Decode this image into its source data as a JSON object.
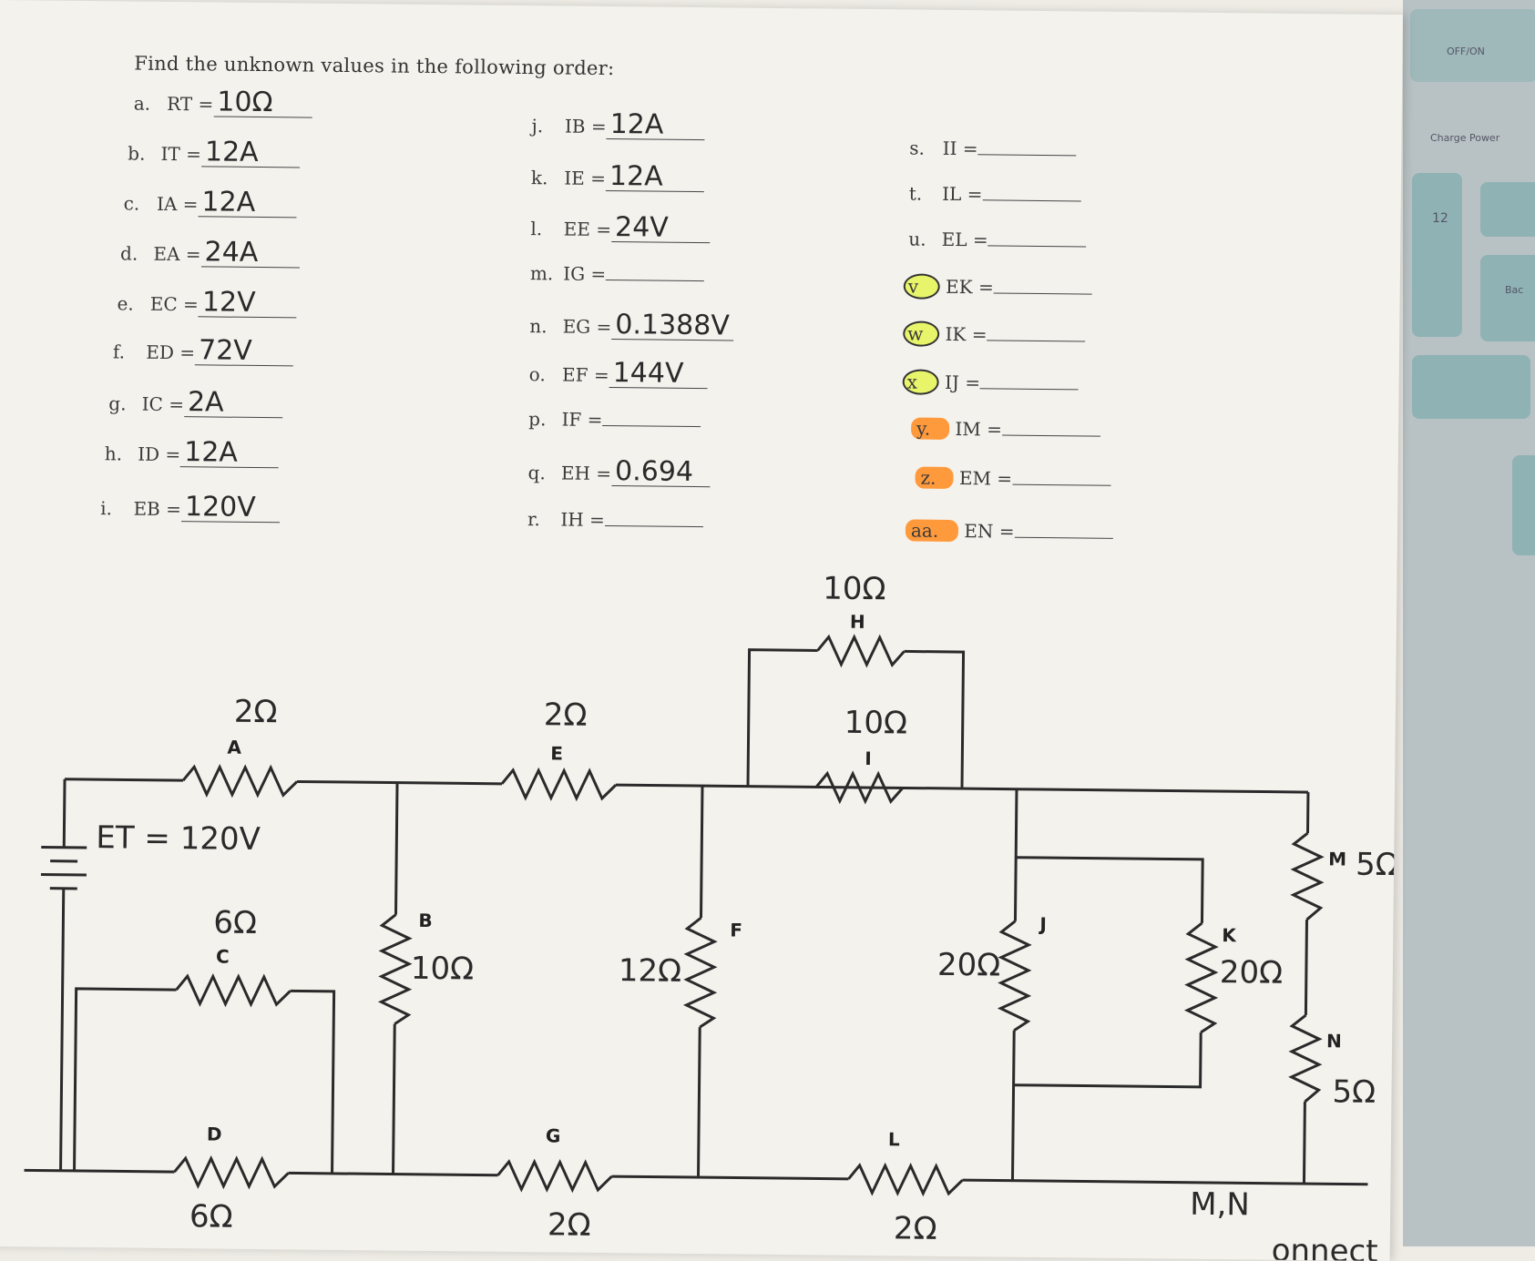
{
  "worksheet": {
    "title": "Find the unknown values in the following order:",
    "questions_col1": [
      {
        "label": "a.",
        "var": "RT =",
        "answer": "10Ω"
      },
      {
        "label": "b.",
        "var": "IT =",
        "answer": "12A"
      },
      {
        "label": "c.",
        "var": "IA =",
        "answer": "12A"
      },
      {
        "label": "d.",
        "var": "EA =",
        "answer": "24A"
      },
      {
        "label": "e.",
        "var": "EC =",
        "answer": "12V"
      },
      {
        "label": "f.",
        "var": "ED =",
        "answer": "72V"
      },
      {
        "label": "g.",
        "var": "IC =",
        "answer": "2A"
      },
      {
        "label": "h.",
        "var": "ID =",
        "answer": "12A"
      },
      {
        "label": "i.",
        "var": "EB =",
        "answer": "120V"
      }
    ],
    "questions_col2": [
      {
        "label": "j.",
        "var": "IB =",
        "answer": "12A"
      },
      {
        "label": "k.",
        "var": "IE =",
        "answer": "12A"
      },
      {
        "label": "l.",
        "var": "EE =",
        "answer": "24V"
      },
      {
        "label": "m.",
        "var": "IG =",
        "answer": ""
      },
      {
        "label": "n.",
        "var": "EG =",
        "answer": "0.1388V"
      },
      {
        "label": "o.",
        "var": "EF =",
        "answer": "144V"
      },
      {
        "label": "p.",
        "var": "IF =",
        "answer": ""
      },
      {
        "label": "q.",
        "var": "EH =",
        "answer": "0.694"
      },
      {
        "label": "r.",
        "var": "IH =",
        "answer": ""
      }
    ],
    "questions_col3": [
      {
        "label": "s.",
        "var": "II =",
        "answer": ""
      },
      {
        "label": "t.",
        "var": "IL =",
        "answer": ""
      },
      {
        "label": "u.",
        "var": "EL =",
        "answer": ""
      },
      {
        "label": "v",
        "var": "EK =",
        "answer": ""
      },
      {
        "label": "w",
        "var": "IK =",
        "answer": ""
      },
      {
        "label": "x",
        "var": "IJ =",
        "answer": ""
      },
      {
        "label": "y.",
        "var": "IM =",
        "answer": ""
      },
      {
        "label": "z.",
        "var": "EM =",
        "answer": ""
      },
      {
        "label": "aa.",
        "var": "EN =",
        "answer": ""
      }
    ]
  },
  "circuit": {
    "source": {
      "label": "ET = 120V"
    },
    "resistors": [
      {
        "name": "A",
        "value": "2Ω"
      },
      {
        "name": "B",
        "value": "10Ω"
      },
      {
        "name": "C",
        "value": "6Ω"
      },
      {
        "name": "D",
        "value": "6Ω"
      },
      {
        "name": "E",
        "value": "2Ω"
      },
      {
        "name": "F",
        "value": "12Ω"
      },
      {
        "name": "G",
        "value": "2Ω"
      },
      {
        "name": "H",
        "value": "10Ω"
      },
      {
        "name": "I",
        "value": "10Ω"
      },
      {
        "name": "J",
        "value": "20Ω"
      },
      {
        "name": "K",
        "value": "20Ω"
      },
      {
        "name": "L",
        "value": "2Ω"
      },
      {
        "name": "M",
        "value": "5Ω"
      },
      {
        "name": "N",
        "value": "5Ω"
      }
    ],
    "note": "M,N",
    "corner_text": "onnect"
  },
  "laptop": {
    "key_top": "OFF/ON",
    "key_charge": "Charge Power",
    "key_f12": "12",
    "key_back": "Bac"
  },
  "colors": {
    "highlight_yellow": "#e8f46a",
    "highlight_orange": "#ff9a3c",
    "ink": "#2a2a2a"
  }
}
